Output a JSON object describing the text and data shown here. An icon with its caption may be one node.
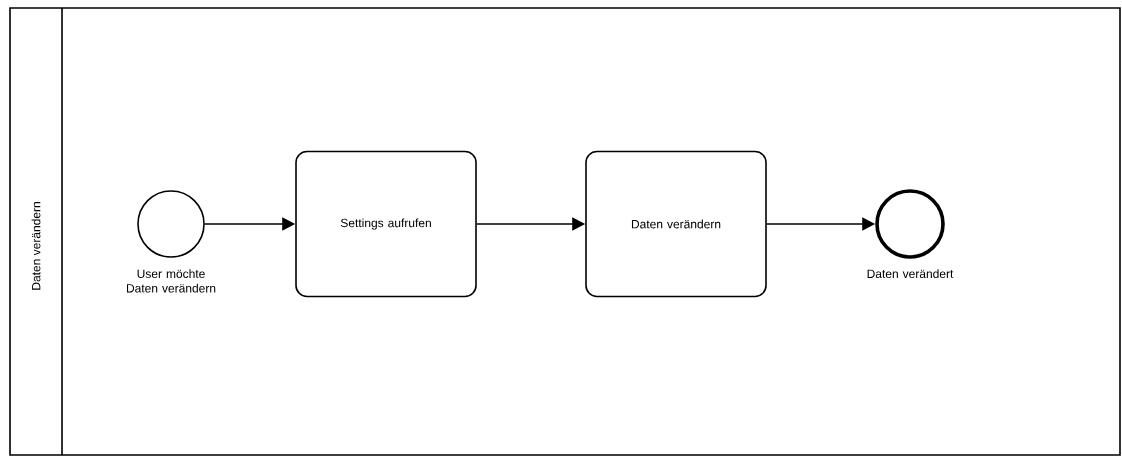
{
  "diagram": {
    "nodes": [
      {
        "text": [
          "Daten verändern"
        ]
      },
      {
        "text": [],
        "shape": "circle",
        "beside": [
          "User möchte Daten verändern"
        ],
        "in": 0
      },
      {
        "text": [
          "Settings aufrufen"
        ],
        "in": 0
      },
      {
        "text": [
          "Daten verändern"
        ],
        "in": 0
      },
      {
        "text": [],
        "shape": "circle",
        "beside": [
          "Daten verändert"
        ],
        "in": 0
      }
    ],
    "edges": [
      {
        "from": 1,
        "to": 2,
        "arrow": "to"
      },
      {
        "from": 2,
        "to": 3,
        "arrow": "to"
      },
      {
        "from": 3,
        "to": 4,
        "arrow": "to"
      }
    ]
  }
}
